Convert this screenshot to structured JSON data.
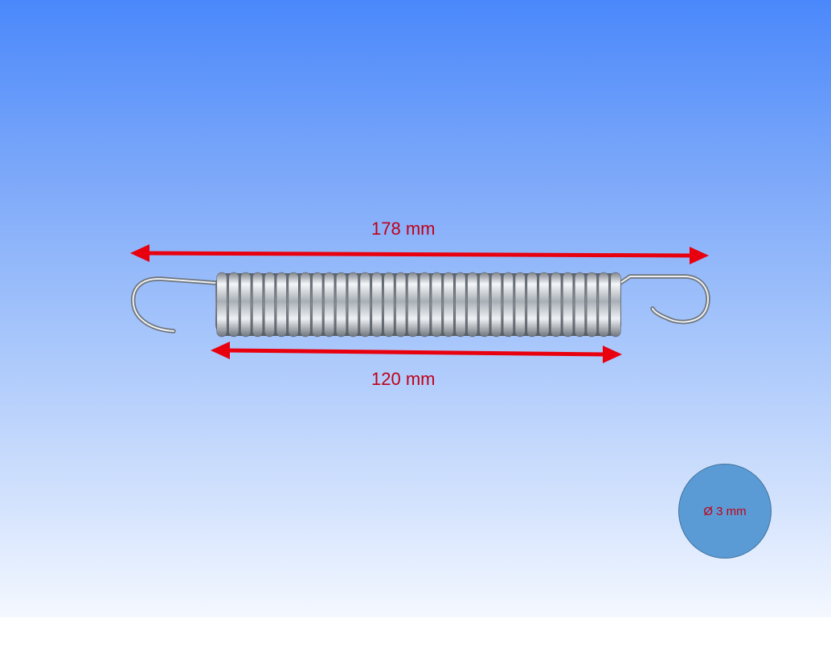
{
  "dimensions": {
    "overall_length": "178 mm",
    "body_length": "120 mm",
    "wire_diameter": "Ø 3 mm"
  },
  "colors": {
    "annotation": "#c00018",
    "arrow": "#e8000f",
    "badge_fill": "#5b9bd5",
    "background_top": "#4a88fb",
    "background_bottom": "#f4f8ff"
  },
  "photo": {
    "subject": "tension-spring-with-hooks",
    "coil_count": 34
  }
}
